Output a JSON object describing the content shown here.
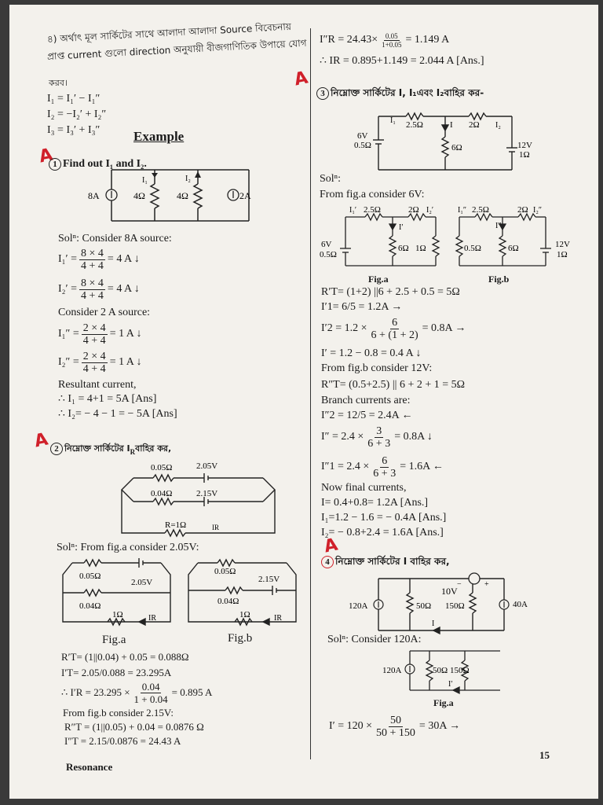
{
  "left": {
    "intro": [
      "৪) অর্থাৎ মূল সার্কিটের সাথে আলাদা আলাদা Source বিবেচনায়",
      "প্রাপ্ত current গুলো direction অনুযায়ী বীজগাণিতিক উপায়ে যোগ",
      "করব।"
    ],
    "eq_I1": "I₁ = I₁′ − I₁″",
    "eq_I2": "I₂ = −I₂′ + I₂″",
    "eq_I3": "I₃ = I₃′ + I₃″",
    "example_heading": "Example",
    "mark": "A",
    "q1": {
      "num": "1",
      "text": "Find out I₁ and I₂.",
      "labels": {
        "src1": "8A",
        "r1": "4Ω",
        "r2": "4Ω",
        "src2": "2A",
        "i1": "I₁",
        "i2": "I₂"
      },
      "sol_head": "Solⁿ: Consider 8A source:",
      "f1": {
        "lhs": "I₁′ =",
        "num": "8 × 4",
        "den": "4 + 4",
        "rhs": "= 4 A ↓"
      },
      "f2": {
        "lhs": "I₂′ =",
        "num": "8 × 4",
        "den": "4 + 4",
        "rhs": "= 4 A ↓"
      },
      "consider2": "Consider 2 A source:",
      "f3": {
        "lhs": "I₁″ =",
        "num": "2 × 4",
        "den": "4 + 4",
        "rhs": "= 1 A ↓"
      },
      "f4": {
        "lhs": "I₂″ =",
        "num": "2 × 4",
        "den": "4 + 4",
        "rhs": "= 1 A ↓"
      },
      "resultant": "Resultant current,",
      "ans1": "∴ I₁ = 4+1 = 5A [Ans]",
      "ans2": "∴ I₂= − 4 − 1 = − 5A [Ans]"
    },
    "q2": {
      "num": "2",
      "text": "নিম্নোক্ত সার্কিটের I",
      "text_sub": "R",
      "text_end": "বাহির কর,",
      "labels": {
        "r1": "0.05Ω",
        "v1": "2.05V",
        "r2": "0.04Ω",
        "v2": "2.15V",
        "r": "R=1Ω",
        "ir": "IR"
      },
      "sol_head": "Solⁿ: From fig.a consider 2.05V:",
      "figa_labels": {
        "r1": "0.05Ω",
        "v": "2.05V",
        "r2": "0.04Ω",
        "r": "1Ω",
        "ir": "IR"
      },
      "figb_labels": {
        "r1": "0.05Ω",
        "v": "2.15V",
        "r2": "0.04Ω",
        "r": "1Ω",
        "ir": "IR"
      },
      "figa_caption": "Fig.a",
      "figb_caption": "Fig.b",
      "l1": "R′T= (1||0.04) + 0.05 = 0.088Ω",
      "l2": "I′T= 2.05/0.088 = 23.295A",
      "f1": {
        "lhs": "∴ I′R = 23.295 ×",
        "num": "0.04",
        "den": "1 + 0.04",
        "rhs": "= 0.895 A"
      },
      "l3": "From fig.b consider 2.15V:",
      "l4": "R″T = (1||0.05) + 0.04 = 0.0876 Ω",
      "l5": "I″T = 2.15/0.0876 = 24.43 A"
    },
    "footer": "Resonance"
  },
  "right": {
    "top_f": {
      "lhs": "I″R = 24.43×",
      "num": "0.05",
      "den": "1+0.05",
      "rhs": "= 1.149 A"
    },
    "top_l2": "∴ IR = 0.895+1.149 = 2.044 A [Ans.]",
    "mark": "A",
    "q3": {
      "num": "3",
      "text": "নিম্নোক্ত সার্কিটের I, I₁এবং I₂বাহির কর-",
      "labels": {
        "i1": "I₁",
        "r1": "2.5Ω",
        "i": "I",
        "r2": "2Ω",
        "i2": "I₂",
        "v1": "6V",
        "rv1": "0.5Ω",
        "r3": "6Ω",
        "v2": "12V",
        "rv2": "1Ω"
      },
      "sol_head": "Solⁿ:",
      "from_a": "From fig.a consider 6V:",
      "figa_labels": {
        "i1": "I₁′",
        "r1": "2.5Ω",
        "r2": "2Ω",
        "i2": "I₂′",
        "i": "I′",
        "v": "6V",
        "rv": "0.5Ω",
        "r3": "6Ω",
        "r4": "1Ω"
      },
      "figb_labels": {
        "i1": "I₁″",
        "r1": "2.5Ω",
        "r2": "2Ω",
        "i2": "I₂″",
        "i": "I″",
        "r3": "0.5Ω",
        "r4": "6Ω",
        "v": "12V",
        "rv": "1Ω"
      },
      "figa_caption": "Fig.a",
      "figb_caption": "Fig.b",
      "l1": "R′T= (1+2) ||6 + 2.5 + 0.5 = 5Ω",
      "l2": "I′1= 6/5 = 1.2A →",
      "f1": {
        "lhs": "I′2 =  1.2 ×",
        "num": "6",
        "den": "6 + (1 + 2)",
        "rhs": "= 0.8A →"
      },
      "l3": "I′ = 1.2 − 0.8 = 0.4 A ↓",
      "l4": "From fig.b consider 12V:",
      "l5": "R″T= (0.5+2.5) || 6 + 2 + 1 = 5Ω",
      "l6": "Branch currents are:",
      "l7": "I″2 = 12/5 = 2.4A ←",
      "f2": {
        "lhs": "I″ =  2.4 ×",
        "num": "3",
        "den": "6 + 3",
        "rhs": "= 0.8A ↓"
      },
      "f3": {
        "lhs": "I″1 =  2.4 ×",
        "num": "6",
        "den": "6 + 3",
        "rhs": "= 1.6A ←"
      },
      "l8": "Now final currents,",
      "l9": "I= 0.4+0.8= 1.2A [Ans.]",
      "l10": "I₁=1.2 − 1.6 = − 0.4A [Ans.]",
      "l11": "I₂= − 0.8+2.4 = 1.6A [Ans.]"
    },
    "q4": {
      "num": "4",
      "text": "নিম্নোক্ত সার্কিটের I বাহির কর,",
      "labels": {
        "minus": "−",
        "plus": "+",
        "v": "10V",
        "src1": "120A",
        "r1": "50Ω",
        "r2": "150Ω",
        "src2": "40A",
        "i": "I"
      },
      "sol_head": "Solⁿ: Consider 120A:",
      "figa_labels": {
        "src": "120A",
        "r1": "50Ω",
        "r2": "150Ω",
        "i": "I′"
      },
      "figa_caption": "Fig.a",
      "f1": {
        "lhs": "I′ =  120 ×",
        "num": "50",
        "den": "50 + 150",
        "rhs": "= 30A →"
      }
    },
    "page_number": "15"
  }
}
